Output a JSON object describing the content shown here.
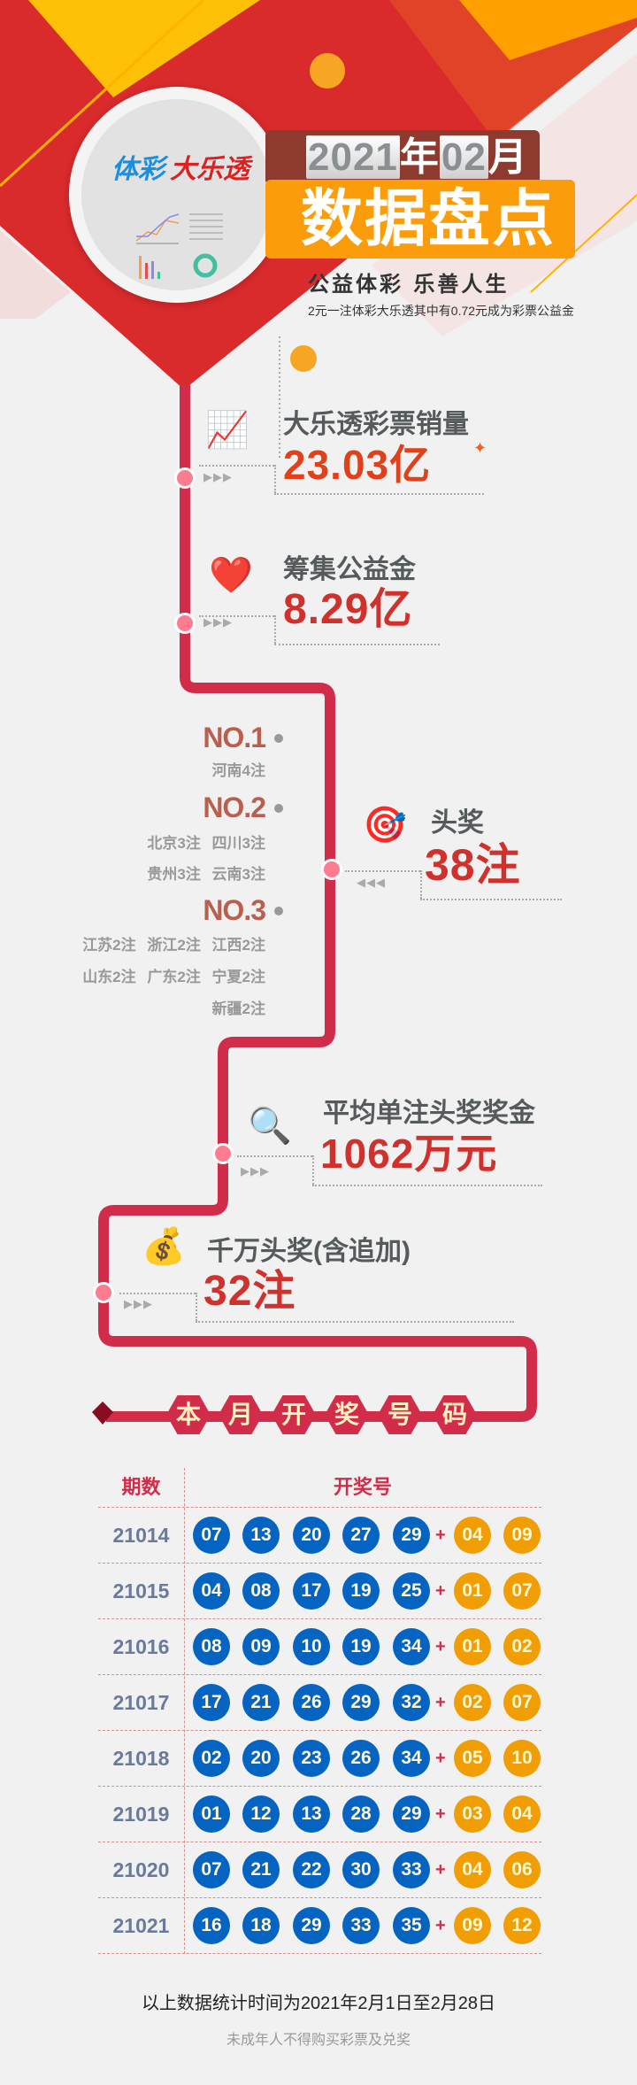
{
  "header": {
    "logo_brand": "体彩",
    "logo_game": "大乐透",
    "year": "2021",
    "year_unit": "年",
    "month": "02",
    "month_unit": "月",
    "title": "数据盘点",
    "slogan": "公益体彩 乐善人生",
    "subtitle": "2元一注体彩大乐透其中有0.72元成为彩票公益金"
  },
  "stats": {
    "sales": {
      "label": "大乐透彩票销量",
      "value": "23.03亿"
    },
    "fund": {
      "label": "筹集公益金",
      "value": "8.29亿"
    },
    "jackpot": {
      "label": "头奖",
      "value": "38注"
    },
    "avg_prize": {
      "label": "平均单注头奖奖金",
      "value": "1062万元"
    },
    "ten_million": {
      "label": "千万头奖(含追加)",
      "value": "32注"
    }
  },
  "rankings": [
    {
      "rank": "NO.1",
      "lines": [
        "河南4注"
      ]
    },
    {
      "rank": "NO.2",
      "lines": [
        "北京3注 四川3注",
        "贵州3注 云南3注"
      ]
    },
    {
      "rank": "NO.3",
      "lines": [
        "江苏2注 浙江2注 江西2注",
        "山东2注 广东2注 宁夏2注",
        "新疆2注"
      ]
    }
  ],
  "section_title": [
    "本",
    "月",
    "开",
    "奖",
    "号",
    "码"
  ],
  "table": {
    "headers": [
      "期数",
      "开奖号"
    ],
    "plus": "+",
    "rows": [
      {
        "period": "21014",
        "front": [
          "07",
          "13",
          "20",
          "27",
          "29"
        ],
        "back": [
          "04",
          "09"
        ]
      },
      {
        "period": "21015",
        "front": [
          "04",
          "08",
          "17",
          "19",
          "25"
        ],
        "back": [
          "01",
          "07"
        ]
      },
      {
        "period": "21016",
        "front": [
          "08",
          "09",
          "10",
          "19",
          "34"
        ],
        "back": [
          "01",
          "02"
        ]
      },
      {
        "period": "21017",
        "front": [
          "17",
          "21",
          "26",
          "29",
          "32"
        ],
        "back": [
          "02",
          "07"
        ]
      },
      {
        "period": "21018",
        "front": [
          "02",
          "20",
          "23",
          "26",
          "34"
        ],
        "back": [
          "05",
          "10"
        ]
      },
      {
        "period": "21019",
        "front": [
          "01",
          "12",
          "13",
          "28",
          "29"
        ],
        "back": [
          "03",
          "04"
        ]
      },
      {
        "period": "21020",
        "front": [
          "07",
          "21",
          "22",
          "30",
          "33"
        ],
        "back": [
          "04",
          "06"
        ]
      },
      {
        "period": "21021",
        "front": [
          "16",
          "18",
          "29",
          "33",
          "35"
        ],
        "back": [
          "09",
          "12"
        ]
      }
    ]
  },
  "footer": {
    "note": "以上数据统计时间为2021年2月1日至2月28日",
    "warning": "未成年人不得购买彩票及兑奖"
  },
  "colors": {
    "red": "#d12d4a",
    "blue_ball": "#0563c1",
    "yellow_ball": "#f19e04",
    "orange": "#fb9d0a"
  }
}
